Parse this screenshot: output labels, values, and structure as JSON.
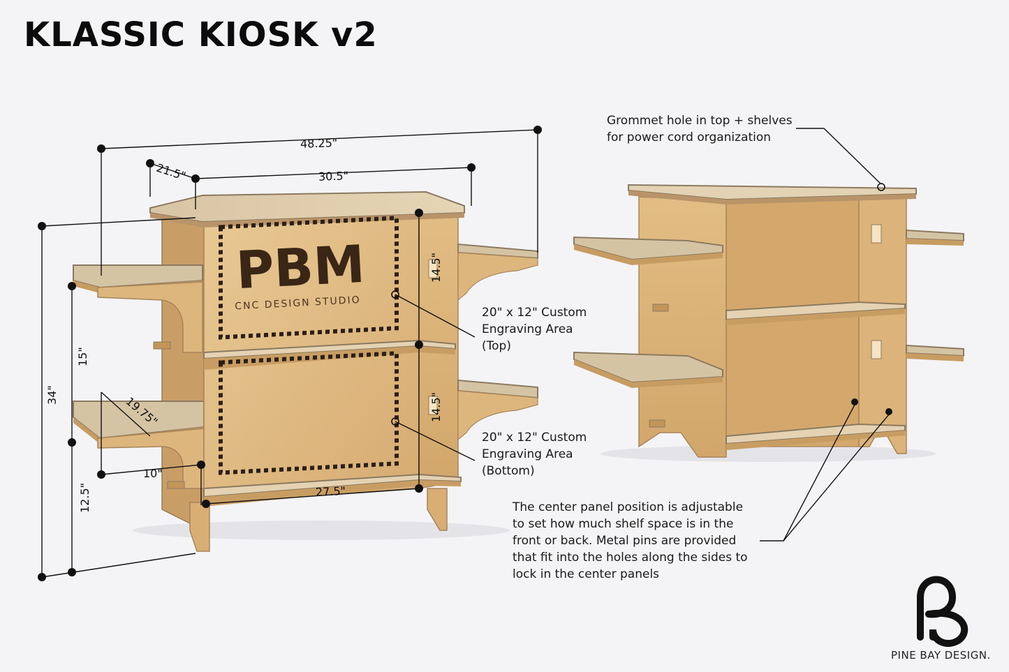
{
  "title": "KLASSIC KIOSK v2",
  "dimensions": {
    "overall_width": "48.25\"",
    "depth": "21.5\"",
    "top_width": "30.5\"",
    "height": "34\"",
    "upper_shelf_height": "15\"",
    "lower_shelf_height": "12.5\"",
    "shelf_length": "19.75\"",
    "shelf_depth": "10\"",
    "panel_height_top": "14.5\"",
    "panel_height_bottom": "14.5\"",
    "inner_width": "27.5\""
  },
  "panel_logo": {
    "main": "PBM",
    "sub": "CNC DESIGN STUDIO"
  },
  "callouts": {
    "engraving_top": [
      "20\" x 12\" Custom",
      "Engraving Area",
      "(Top)"
    ],
    "engraving_bottom": [
      "20\" x 12\" Custom",
      "Engraving Area",
      "(Bottom)"
    ],
    "grommet": [
      "Grommet hole in top + shelves",
      "for power cord organization"
    ],
    "center_panel": [
      "The center panel position is adjustable",
      "to set how much shelf space is in the",
      "front or back. Metal pins are provided",
      "that fit into the holes along the sides to",
      "lock in the center panels"
    ]
  },
  "brand": {
    "name": "PINE BAY DESIGN."
  },
  "colors": {
    "wood_light": "#e8c68e",
    "wood_mid": "#d9b078",
    "wood_dark": "#b88a55",
    "edge": "#8c7a60",
    "ink": "#111111"
  }
}
